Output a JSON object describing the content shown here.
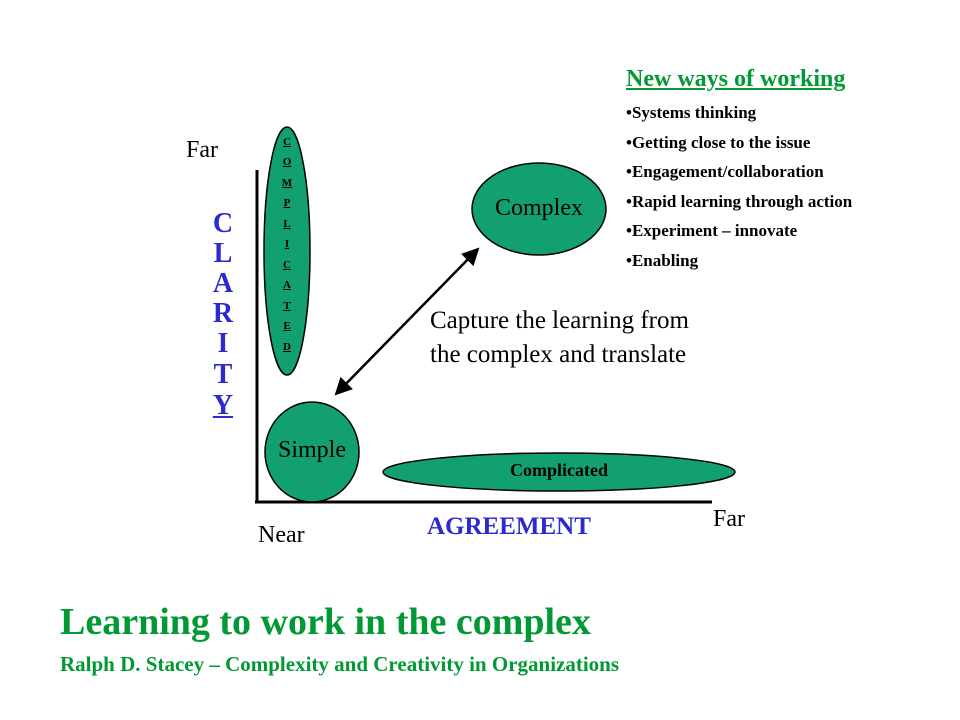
{
  "colors": {
    "ellipse_fill": "#12a070",
    "accent_blue": "#2a2ad0",
    "accent_green": "#009933",
    "ink": "#000000"
  },
  "axes": {
    "y_far": "Far",
    "x_near": "Near",
    "x_far": "Far",
    "y_label_letters": [
      "C",
      "L",
      "A",
      "R",
      "I",
      "T",
      "Y"
    ],
    "x_label": "AGREEMENT"
  },
  "shapes": {
    "vertical_label_letters": [
      "C",
      "O",
      "M",
      "P",
      "L",
      "I",
      "C",
      "A",
      "T",
      "E",
      "D"
    ],
    "complex": "Complex",
    "simple": "Simple",
    "complicated": "Complicated"
  },
  "annotation": {
    "line1": "Capture the learning from",
    "line2": "the complex and translate"
  },
  "new_ways": {
    "title": "New ways of working",
    "items": [
      "Systems thinking",
      "Getting close to the issue",
      "Engagement/collaboration",
      "Rapid learning through action",
      "Experiment – innovate",
      "Enabling"
    ]
  },
  "footer": {
    "title": "Learning to work in the complex",
    "subtitle": "Ralph D. Stacey – Complexity and Creativity in Organizations"
  }
}
